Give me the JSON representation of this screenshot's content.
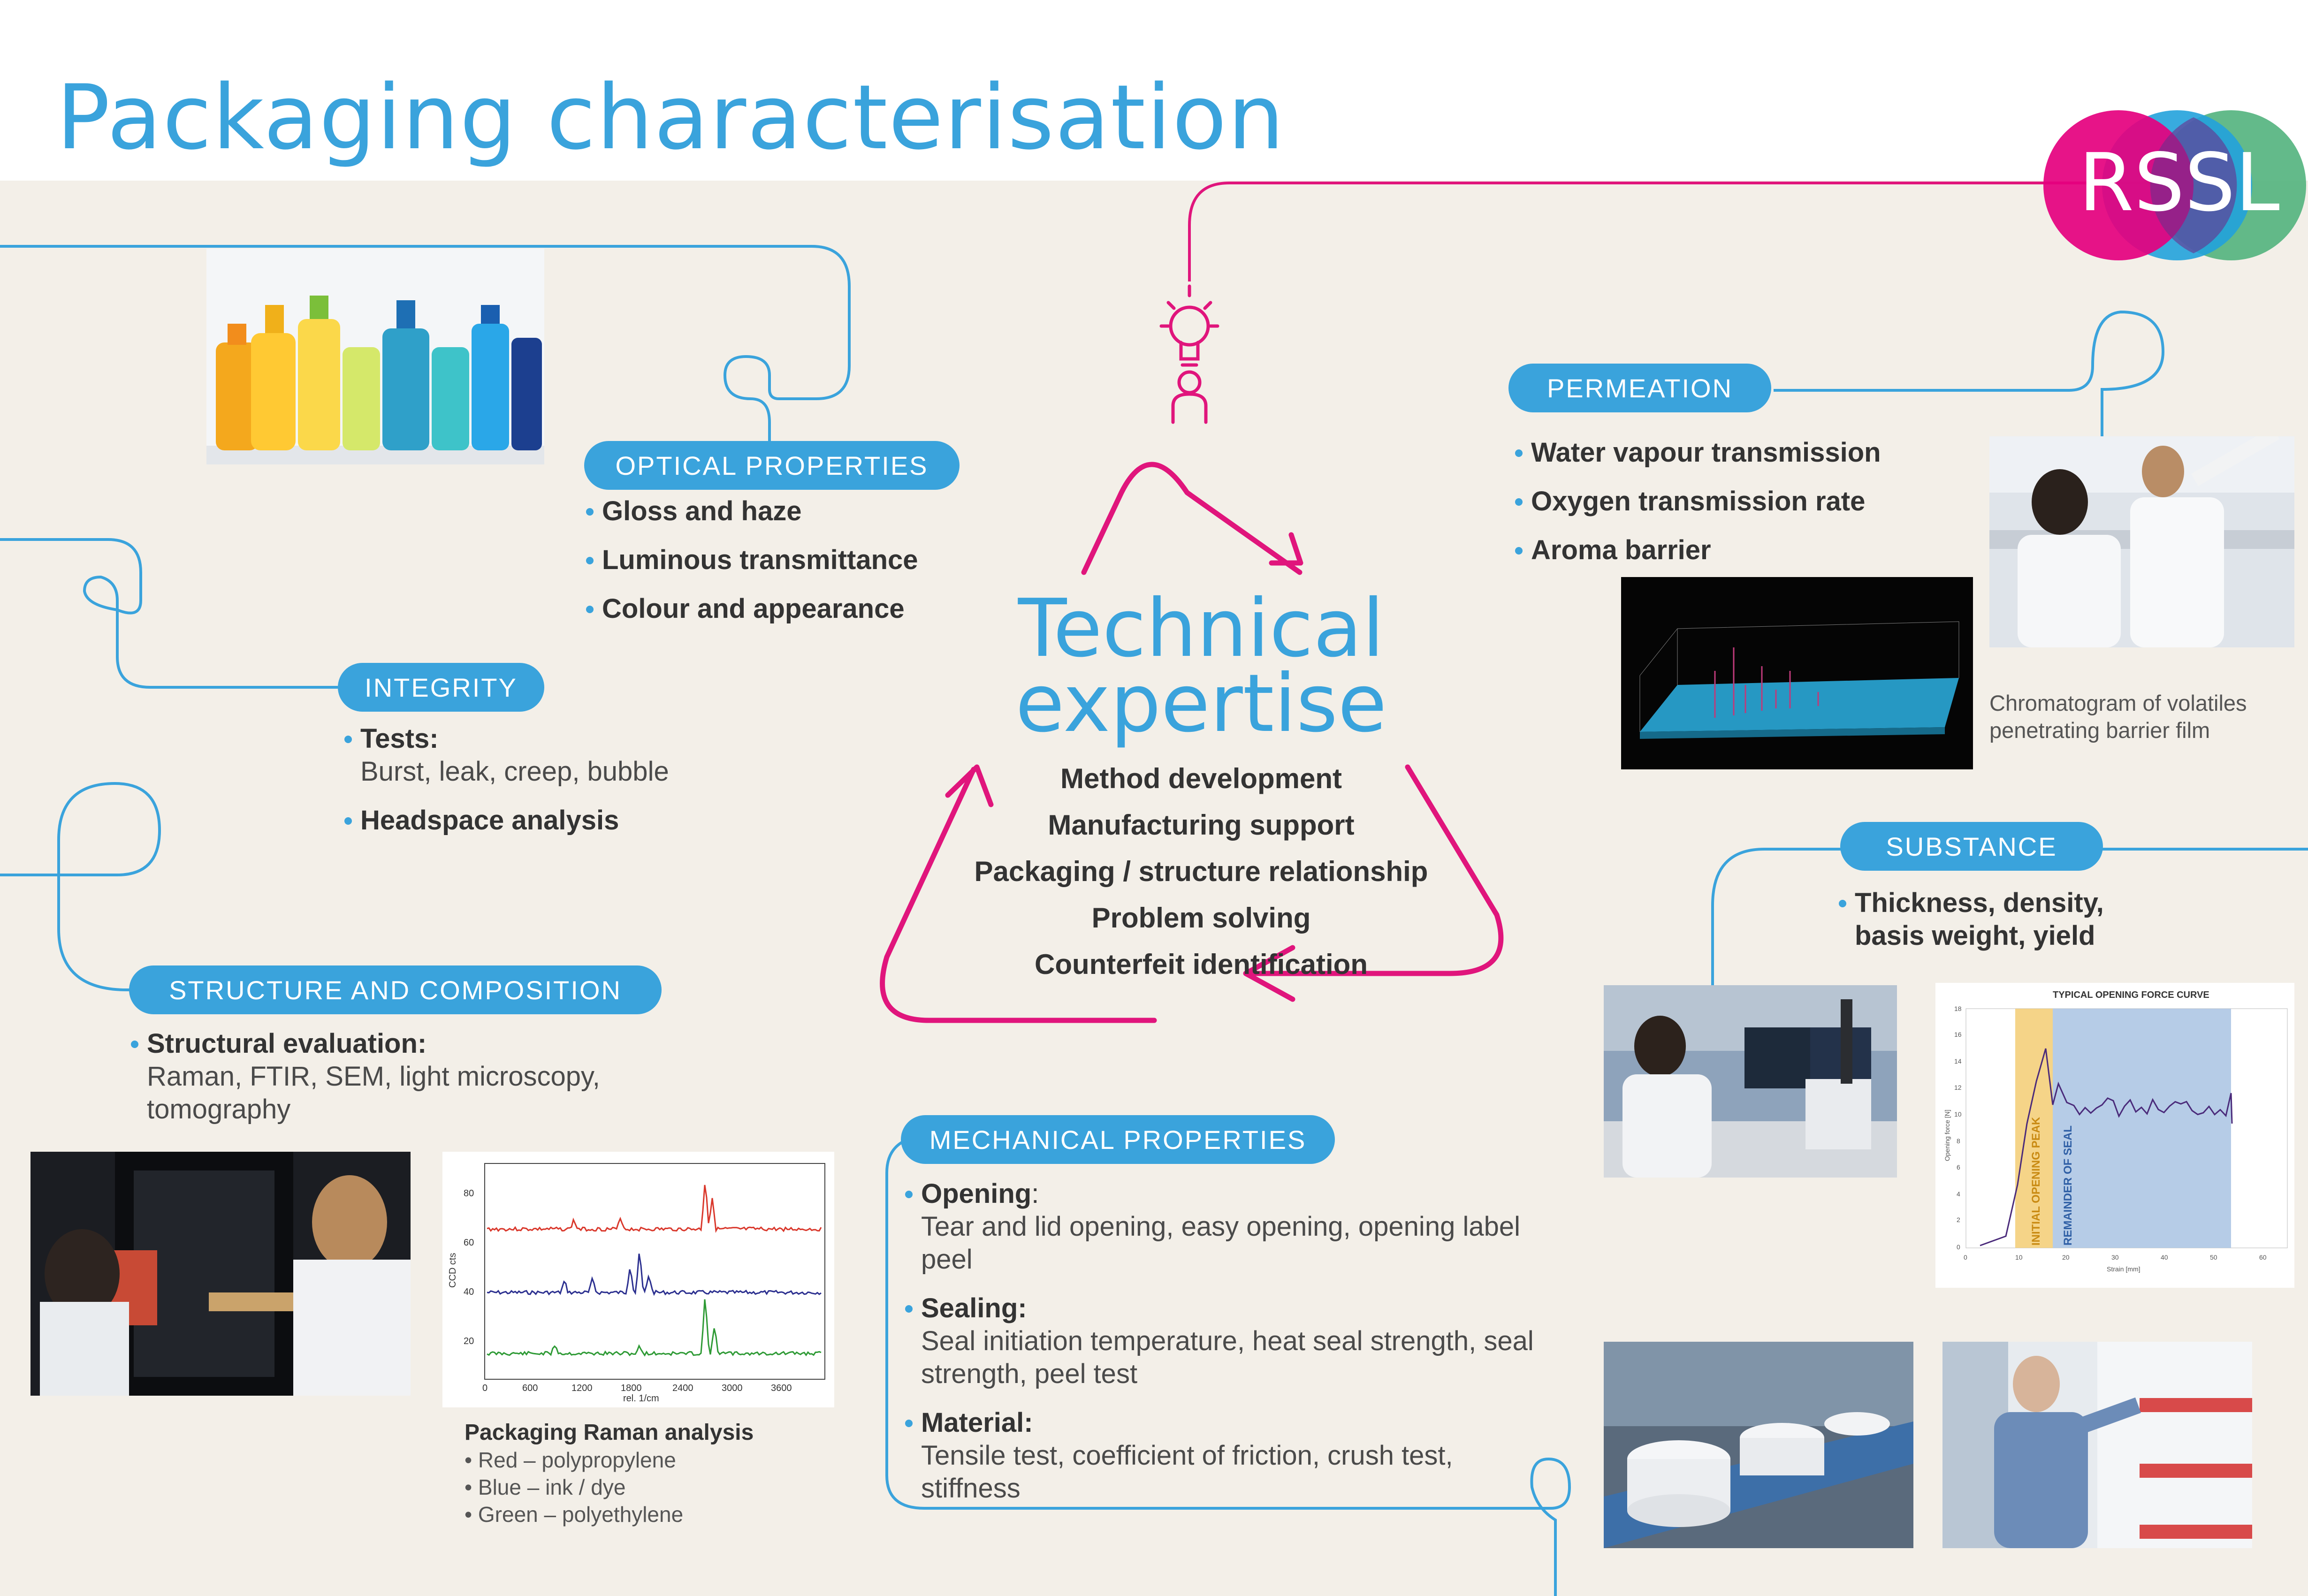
{
  "header": {
    "title": "Packaging characterisation"
  },
  "logo": {
    "text": "RSSL",
    "colors": [
      "#e5007e",
      "#22a2dc",
      "#52b27d"
    ]
  },
  "colors": {
    "accent_blue": "#3aa3dc",
    "accent_magenta": "#e0157c",
    "background": "#f3efe8"
  },
  "center": {
    "title_line1": "Technical",
    "title_line2": "expertise",
    "items": [
      "Method development",
      "Manufacturing support",
      "Packaging / structure relationship",
      "Problem solving",
      "Counterfeit identification"
    ]
  },
  "sections": {
    "optical": {
      "label": "OPTICAL PROPERTIES",
      "items": [
        "Gloss and haze",
        "Luminous transmittance",
        "Colour and appearance"
      ]
    },
    "integrity": {
      "label": "INTEGRITY",
      "tests_head": "Tests:",
      "tests_sub": "Burst, leak, creep, bubble",
      "item2": "Headspace analysis"
    },
    "structure": {
      "label": "STRUCTURE AND COMPOSITION",
      "head": "Structural evaluation:",
      "sub": "Raman, FTIR, SEM, light microscopy, tomography"
    },
    "permeation": {
      "label": "PERMEATION",
      "items": [
        "Water vapour transmission",
        "Oxygen transmission rate",
        "Aroma barrier"
      ]
    },
    "substance": {
      "label": "SUBSTANCE",
      "item": "Thickness, density, basis weight, yield"
    },
    "mechanical": {
      "label": "MECHANICAL PROPERTIES",
      "opening_head": "Opening",
      "opening_colon": ":",
      "opening_sub": "Tear and lid opening, easy opening, opening label peel",
      "sealing_head": "Sealing:",
      "sealing_sub": "Seal initiation temperature, heat seal strength, seal strength, peel test",
      "material_head": "Material:",
      "material_sub": "Tensile test, coefficient of friction, crush test, stiffness"
    }
  },
  "captions": {
    "chromatogram": "Chromatogram of volatiles penetrating barrier film",
    "raman_title": "Packaging Raman analysis",
    "raman_items": [
      "• Red – polypropylene",
      "• Blue – ink / dye",
      "• Green – polyethylene"
    ]
  },
  "raman_chart": {
    "ylabel": "CCD cts",
    "xlabel": "rel. 1/cm",
    "xticks": [
      "0",
      "600",
      "1200",
      "1800",
      "2400",
      "3000",
      "3600"
    ],
    "yticks": [
      "20",
      "40",
      "60",
      "80"
    ],
    "series_colors": [
      "#d9372b",
      "#2b2f8f",
      "#2e9a35"
    ]
  },
  "force_chart": {
    "title": "TYPICAL OPENING FORCE CURVE",
    "xlabel": "Strain [mm]",
    "ylabel": "Opening force [N]",
    "xticks": [
      "0",
      "10",
      "20",
      "30",
      "40",
      "50",
      "60"
    ],
    "yticks": [
      "0",
      "2",
      "4",
      "6",
      "8",
      "10",
      "12",
      "14",
      "16",
      "18"
    ],
    "band1": "INITIAL OPENING PEAK",
    "band2": "REMAINDER OF SEAL"
  }
}
